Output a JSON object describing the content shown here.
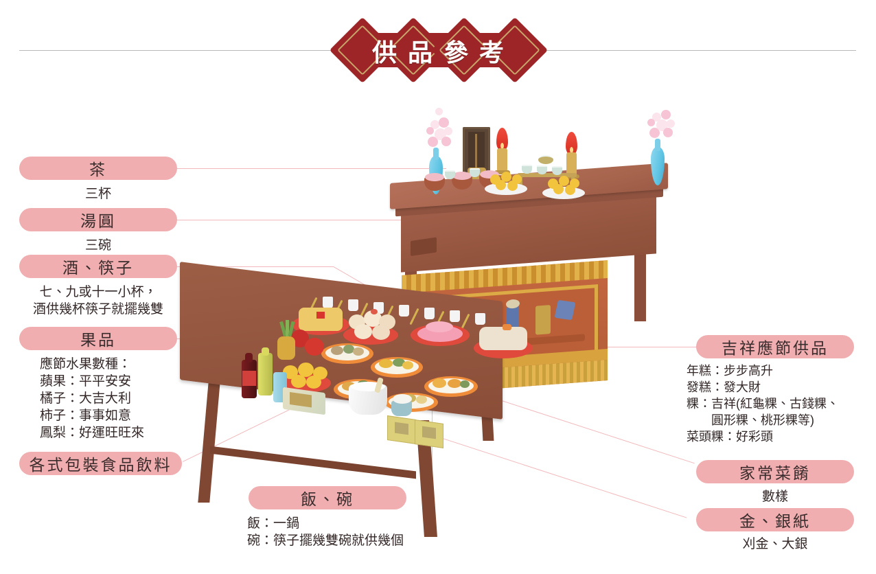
{
  "title": {
    "text": "供品參考",
    "characters": [
      "供",
      "品",
      "參",
      "考"
    ]
  },
  "colors": {
    "pill": "#f0aeb0",
    "banner": "#9d2527",
    "banner_trim": "#c8a56b",
    "connector": "#f2b9bd",
    "rule": "#b9b9b9",
    "text": "#332727",
    "wood": "#9d5e46",
    "cloth": "#bb5f38"
  },
  "labels_left": [
    {
      "id": "tea",
      "name": "茶",
      "caption": "三杯"
    },
    {
      "id": "tangyuan",
      "name": "湯圓",
      "caption": "三碗"
    },
    {
      "id": "wine-chopsticks",
      "name": "酒、筷子",
      "caption": "七、九或十一小杯，\n酒供幾杯筷子就擺幾雙"
    },
    {
      "id": "fruit",
      "name": "果品",
      "caption": "應節水果數種：\n蘋果：平平安安\n橘子：大吉大利\n柿子：事事如意\n鳳梨：好運旺旺來"
    },
    {
      "id": "packaged-food",
      "name": "各式包裝食品飲料",
      "caption": ""
    }
  ],
  "labels_right": [
    {
      "id": "auspicious-offerings",
      "name": "吉祥應節供品",
      "caption": "年糕：步步高升\n發糕：發大財\n粿：吉祥(紅龜粿、古錢粿、\n　　圓形粿、桃形粿等)\n菜頭粿：好彩頭"
    },
    {
      "id": "home-dishes",
      "name": "家常菜餚",
      "caption": "數樣"
    },
    {
      "id": "gold-silver-paper",
      "name": "金、銀紙",
      "caption": "刈金、大銀"
    }
  ],
  "labels_bottom": [
    {
      "id": "rice-bowls",
      "name": "飯、碗",
      "caption": "飯：一鍋\n碗：筷子擺幾雙碗就供幾個"
    }
  ],
  "illustration": {
    "description": "供桌與祭祀供品插圖",
    "items": [
      "神龕供桌",
      "花瓶",
      "香爐",
      "紅蠟燭",
      "牌位",
      "茶杯",
      "湯圓碗",
      "水果盤",
      "八仙桌",
      "年糕",
      "發糕",
      "粿",
      "家常菜餚",
      "飯鍋",
      "金銀紙",
      "桌裙"
    ]
  }
}
